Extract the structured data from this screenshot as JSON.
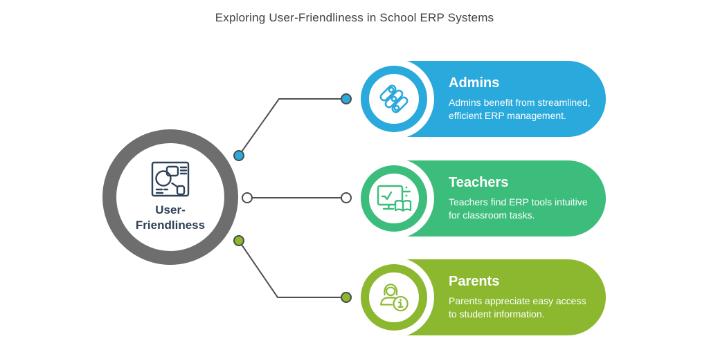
{
  "title": "Exploring User-Friendliness in School ERP Systems",
  "center": {
    "label": "User-Friendliness",
    "icon": "wireframe-document-icon"
  },
  "cards": [
    {
      "id": "admins",
      "title": "Admins",
      "description": "Admins benefit from streamlined, efficient ERP management.",
      "icon": "sliders-icon",
      "color": "#2AA9DC",
      "connector_dot_style": "filled-blue"
    },
    {
      "id": "teachers",
      "title": "Teachers",
      "description": "Teachers find ERP tools intuitive for classroom tasks.",
      "icon": "monitor-checkmark-book-icon",
      "color": "#3DBD7C",
      "connector_dot_style": "hollow-white"
    },
    {
      "id": "parents",
      "title": "Parents",
      "description": "Parents appreciate easy access to student information.",
      "icon": "person-info-icon",
      "color": "#8CB82F",
      "connector_dot_style": "filled-olive"
    }
  ],
  "colors": {
    "admins_blue": "#2AA9DC",
    "teachers_green": "#3DBD7C",
    "parents_olive": "#8CB82F",
    "center_ring_gray": "#6E6E6E",
    "center_text_navy": "#2F4157",
    "connector_gray": "#4F4F4F",
    "title_gray": "#3E3E3E",
    "background": "#FFFFFF"
  }
}
